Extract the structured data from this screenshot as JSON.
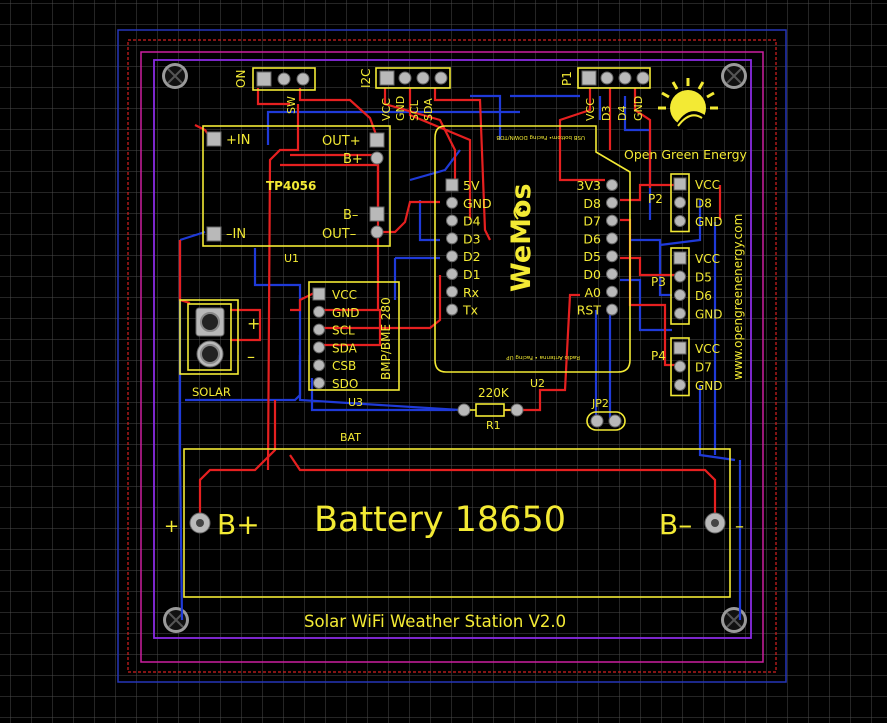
{
  "board": {
    "title": "Solar WiFi Weather Station V2.0",
    "logo_text": "Open Green Energy",
    "website": "www.opengreenenergy.com"
  },
  "switch": {
    "on_label": "ON",
    "sw_label": "SW"
  },
  "i2c": {
    "label": "I2C",
    "pins": [
      "VCC",
      "GND",
      "SCL",
      "SDA"
    ]
  },
  "p1": {
    "label": "P1",
    "pins": [
      "VCC",
      "D3",
      "D4",
      "GND"
    ]
  },
  "tp4056": {
    "name": "TP4056",
    "ref": "U1",
    "in_plus": "+IN",
    "in_minus": "–IN",
    "out_plus": "OUT+",
    "b_plus": "B+",
    "b_minus": "B–",
    "out_minus": "OUT–"
  },
  "wemos": {
    "ref": "U2",
    "logo": "WeMos",
    "top_text": "USB bottom• Facing DOWN/TOB",
    "bottom_text": "Radio Antenna • Facing UP",
    "left_pins": [
      "5V",
      "GND",
      "D4",
      "D3",
      "D2",
      "D1",
      "Rx",
      "Tx"
    ],
    "right_pins": [
      "3V3",
      "D8",
      "D7",
      "D6",
      "D5",
      "D0",
      "A0",
      "RST"
    ]
  },
  "p2": {
    "label": "P2",
    "pins": [
      "VCC",
      "D8",
      "GND"
    ]
  },
  "p3": {
    "label": "P3",
    "pins": [
      "VCC",
      "D5",
      "D6",
      "GND"
    ]
  },
  "p4": {
    "label": "P4",
    "pins": [
      "VCC",
      "D7",
      "GND"
    ]
  },
  "bme": {
    "label": "BMP/BME 280",
    "ref": "U3",
    "pins": [
      "VCC",
      "GND",
      "SCL",
      "SDA",
      "CSB",
      "SDO"
    ]
  },
  "solar": {
    "label": "SOLAR",
    "plus": "+",
    "minus": "–"
  },
  "resistor": {
    "value": "220K",
    "ref": "R1"
  },
  "jumper": {
    "label": "JP2"
  },
  "battery": {
    "bat_label": "BAT",
    "name": "Battery 18650",
    "b_plus": "B+",
    "b_minus": "B–",
    "plus": "+",
    "minus": "–"
  },
  "colors": {
    "silkscreen": "#f3ea34",
    "top_trace": "#e62020",
    "bottom_trace": "#1f3ad8",
    "outline": "#8a2be2"
  }
}
